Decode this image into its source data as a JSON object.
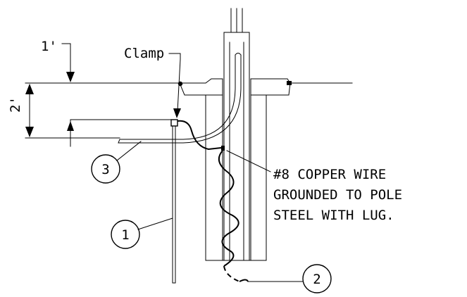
{
  "dimensions": {
    "depth_top": "1'",
    "depth_rod": "2'"
  },
  "labels": {
    "clamp": "Clamp",
    "note_line1": "#8 COPPER WIRE",
    "note_line2": "GROUNDED TO POLE",
    "note_line3": "STEEL WITH LUG."
  },
  "callouts": [
    {
      "number": "1"
    },
    {
      "number": "2"
    },
    {
      "number": "3"
    }
  ]
}
